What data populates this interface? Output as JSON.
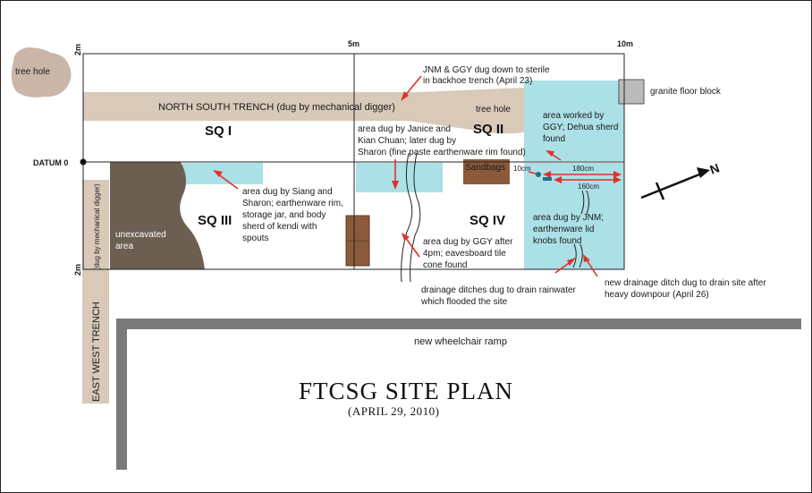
{
  "scale_labels": {
    "top_0": "2m",
    "top_5": "5m",
    "top_10": "10m",
    "left_mid": "2m"
  },
  "datum_label": "DATUM 0",
  "squares": {
    "sq1": "SQ I",
    "sq2": "SQ II",
    "sq3": "SQ III",
    "sq4": "SQ IV"
  },
  "trenches": {
    "north_south": "NORTH SOUTH TRENCH (dug by mechanical digger)",
    "east_west_line1": "EAST WEST TRENCH",
    "east_west_line2": "(dug by mechanical digger)"
  },
  "tree_holes": {
    "left": "tree hole",
    "right": "tree hole"
  },
  "granite_block": "granite floor block",
  "sandbags": "Sandbags",
  "unexcavated": [
    "unexcavated",
    "area"
  ],
  "measurements": {
    "a": "10cm",
    "b": "180cm",
    "c": "160cm"
  },
  "annotations": {
    "jnm_ggy": [
      "JNM & GGY dug down to sterile",
      "in backhoe trench (April 23)"
    ],
    "janice": [
      "area dug by Janice and",
      "Kian Chuan; later dug by",
      "Sharon (fine paste earthenware rim found)"
    ],
    "ggy_dehua": [
      "area worked by",
      "GGY; Dehua sherd",
      "found"
    ],
    "siang": [
      "area dug by Siang and",
      "Sharon; earthenware rim,",
      "storage jar, and body",
      "sherd of kendi with",
      "spouts"
    ],
    "ggy_4pm": [
      "area dug by GGY after",
      "4pm; eavesboard tile",
      "cone found"
    ],
    "jnm_lid": [
      "area dug by JNM;",
      "earthenware lid",
      "knobs found"
    ],
    "drainage": [
      "drainage ditches dug to drain rainwater",
      "which flooded the site"
    ],
    "new_drainage": [
      "new drainage ditch dug to drain site after",
      "heavy downpour (April 26)"
    ]
  },
  "wheelchair_ramp": "new wheelchair ramp",
  "title": "FTCSG SITE PLAN",
  "subtitle": "(APRIL 29, 2010)",
  "north_label": "N",
  "colors": {
    "trench_tan": "#d8c9b8",
    "excavated_blue": "#abe0e6",
    "unexcavated_brown": "#6d5e52",
    "sandbag_brown": "#8b5a3a",
    "ramp_gray": "#7a7a7a",
    "arrow_red": "#e0312a"
  }
}
